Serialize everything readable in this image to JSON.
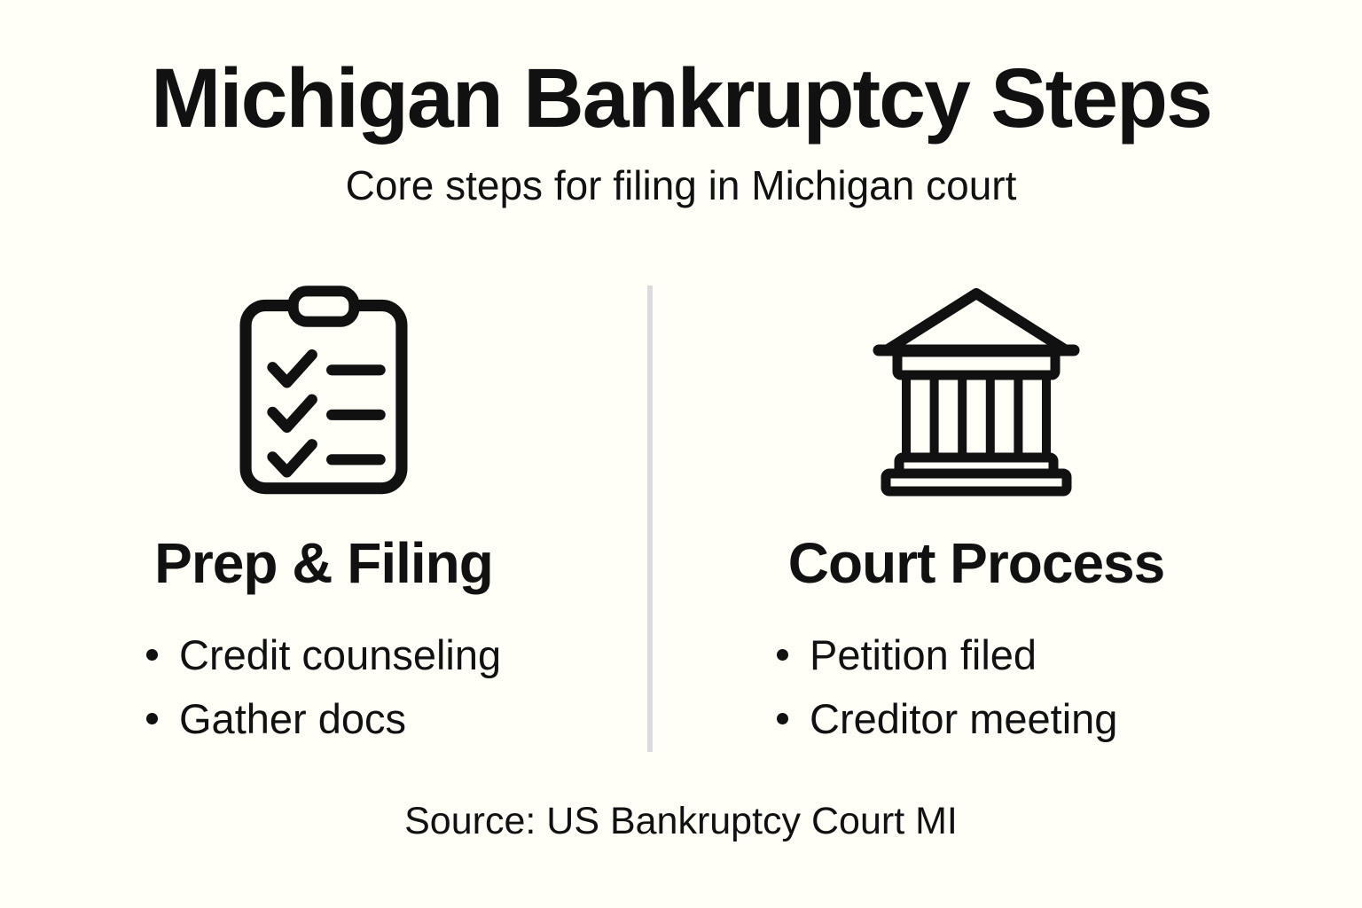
{
  "page": {
    "background_color": "#FFFEF7",
    "text_color": "#111111",
    "divider_color": "#DBDBDB"
  },
  "header": {
    "title": "Michigan Bankruptcy Steps",
    "subtitle": "Core steps for filing in Michigan court"
  },
  "columns": [
    {
      "icon": "clipboard-checklist-icon",
      "heading": "Prep & Filing",
      "items": [
        "Credit counseling",
        "Gather docs"
      ]
    },
    {
      "icon": "courthouse-icon",
      "heading": "Court Process",
      "items": [
        "Petition filed",
        "Creditor meeting"
      ]
    }
  ],
  "footer": {
    "source": "Source: US Bankruptcy Court MI"
  }
}
